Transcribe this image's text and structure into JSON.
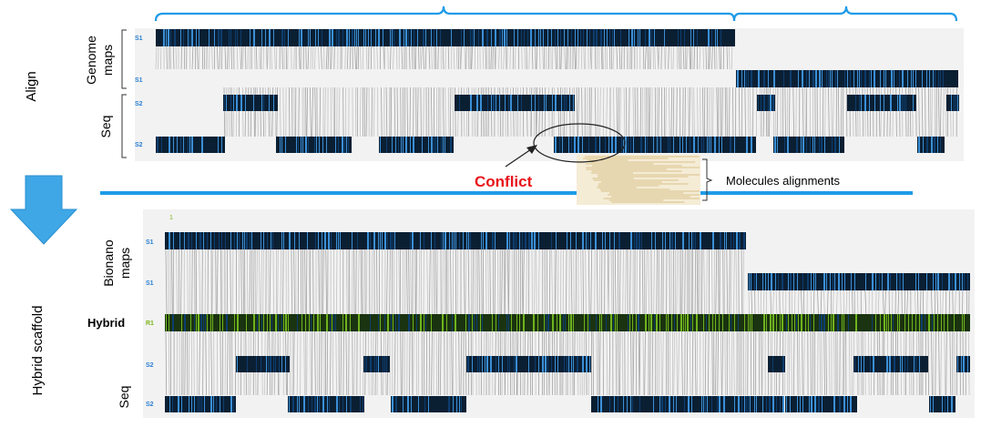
{
  "stages": {
    "align": "Align",
    "hybrid_scaffold": "Hybrid scaffold"
  },
  "top_panel": {
    "genome_maps_label": [
      "Genome",
      "maps"
    ],
    "seq_label": "Seq",
    "tracks": [
      {
        "tag": "S1",
        "kind": "map"
      },
      {
        "tag": "S1",
        "kind": "map"
      },
      {
        "tag": "S2",
        "kind": "seq"
      },
      {
        "tag": "S2",
        "kind": "seq"
      }
    ]
  },
  "callouts": {
    "conflict": "Conflict",
    "molecules_alignments": "Molecules alignments"
  },
  "bottom_panel": {
    "coordinate_start": "1",
    "bionano_maps_label": [
      "Bionano",
      "maps"
    ],
    "hybrid_label": "Hybrid",
    "seq_label": "Seq",
    "tracks": [
      {
        "tag": "S1",
        "kind": "map"
      },
      {
        "tag": "S1",
        "kind": "map"
      },
      {
        "tag": "R1",
        "kind": "hybrid"
      },
      {
        "tag": "S2",
        "kind": "seq"
      },
      {
        "tag": "S2",
        "kind": "seq"
      }
    ]
  },
  "colors": {
    "brace_blue": "#1e9be8",
    "arrow_blue": "#3fa7e6",
    "tag_blue": "#2a7fd4",
    "hybrid_green": "#6fb21e",
    "hybrid_tag": "#7cb518",
    "conflict_red": "#e8141b",
    "panel_bg": "#f2f2f2",
    "align_line": "#a3a3a3",
    "molecule_tan": "#d9c289"
  }
}
